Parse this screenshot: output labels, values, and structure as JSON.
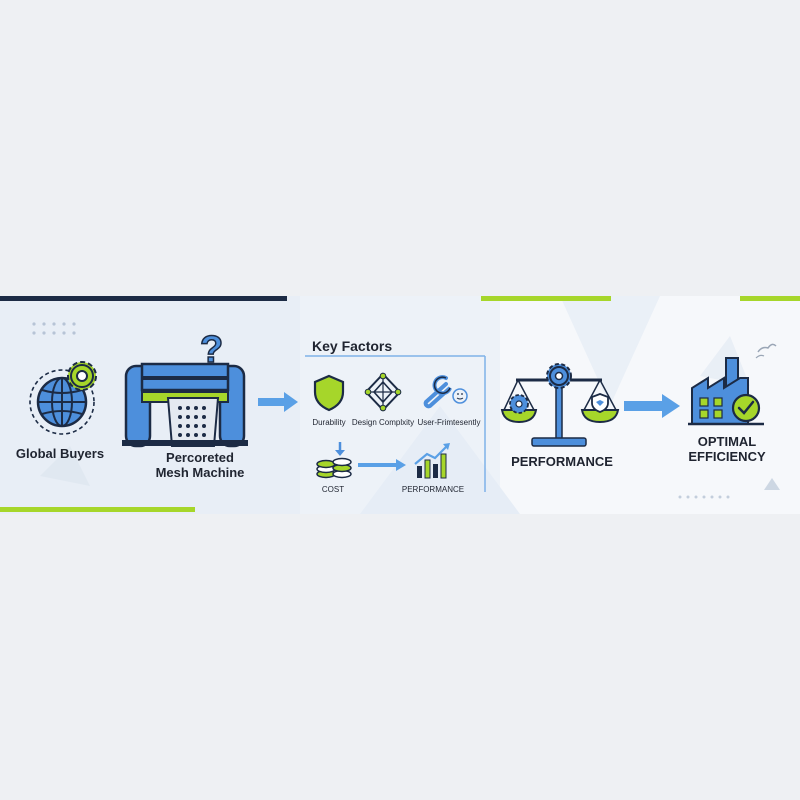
{
  "stages": {
    "buyers": {
      "label": "Global Buyers"
    },
    "machine": {
      "label_line1": "Percoreted",
      "label_line2": "Mesh Machine"
    },
    "key_factors": {
      "title": "Key Factors",
      "durability": "Durability",
      "design": "Design Complxity",
      "user": "User-Frimtesently",
      "cost": "COST",
      "performance": "PERFORMANCE"
    },
    "balance": {
      "label": "PERFORMANCE"
    },
    "result": {
      "label_line1": "OPTIMAL",
      "label_line2": "EFFICIENCY"
    }
  },
  "colors": {
    "navy": "#1c2b45",
    "blue": "#4d8fdc",
    "lime": "#a6d62a",
    "arrow": "#5aa0e6"
  }
}
